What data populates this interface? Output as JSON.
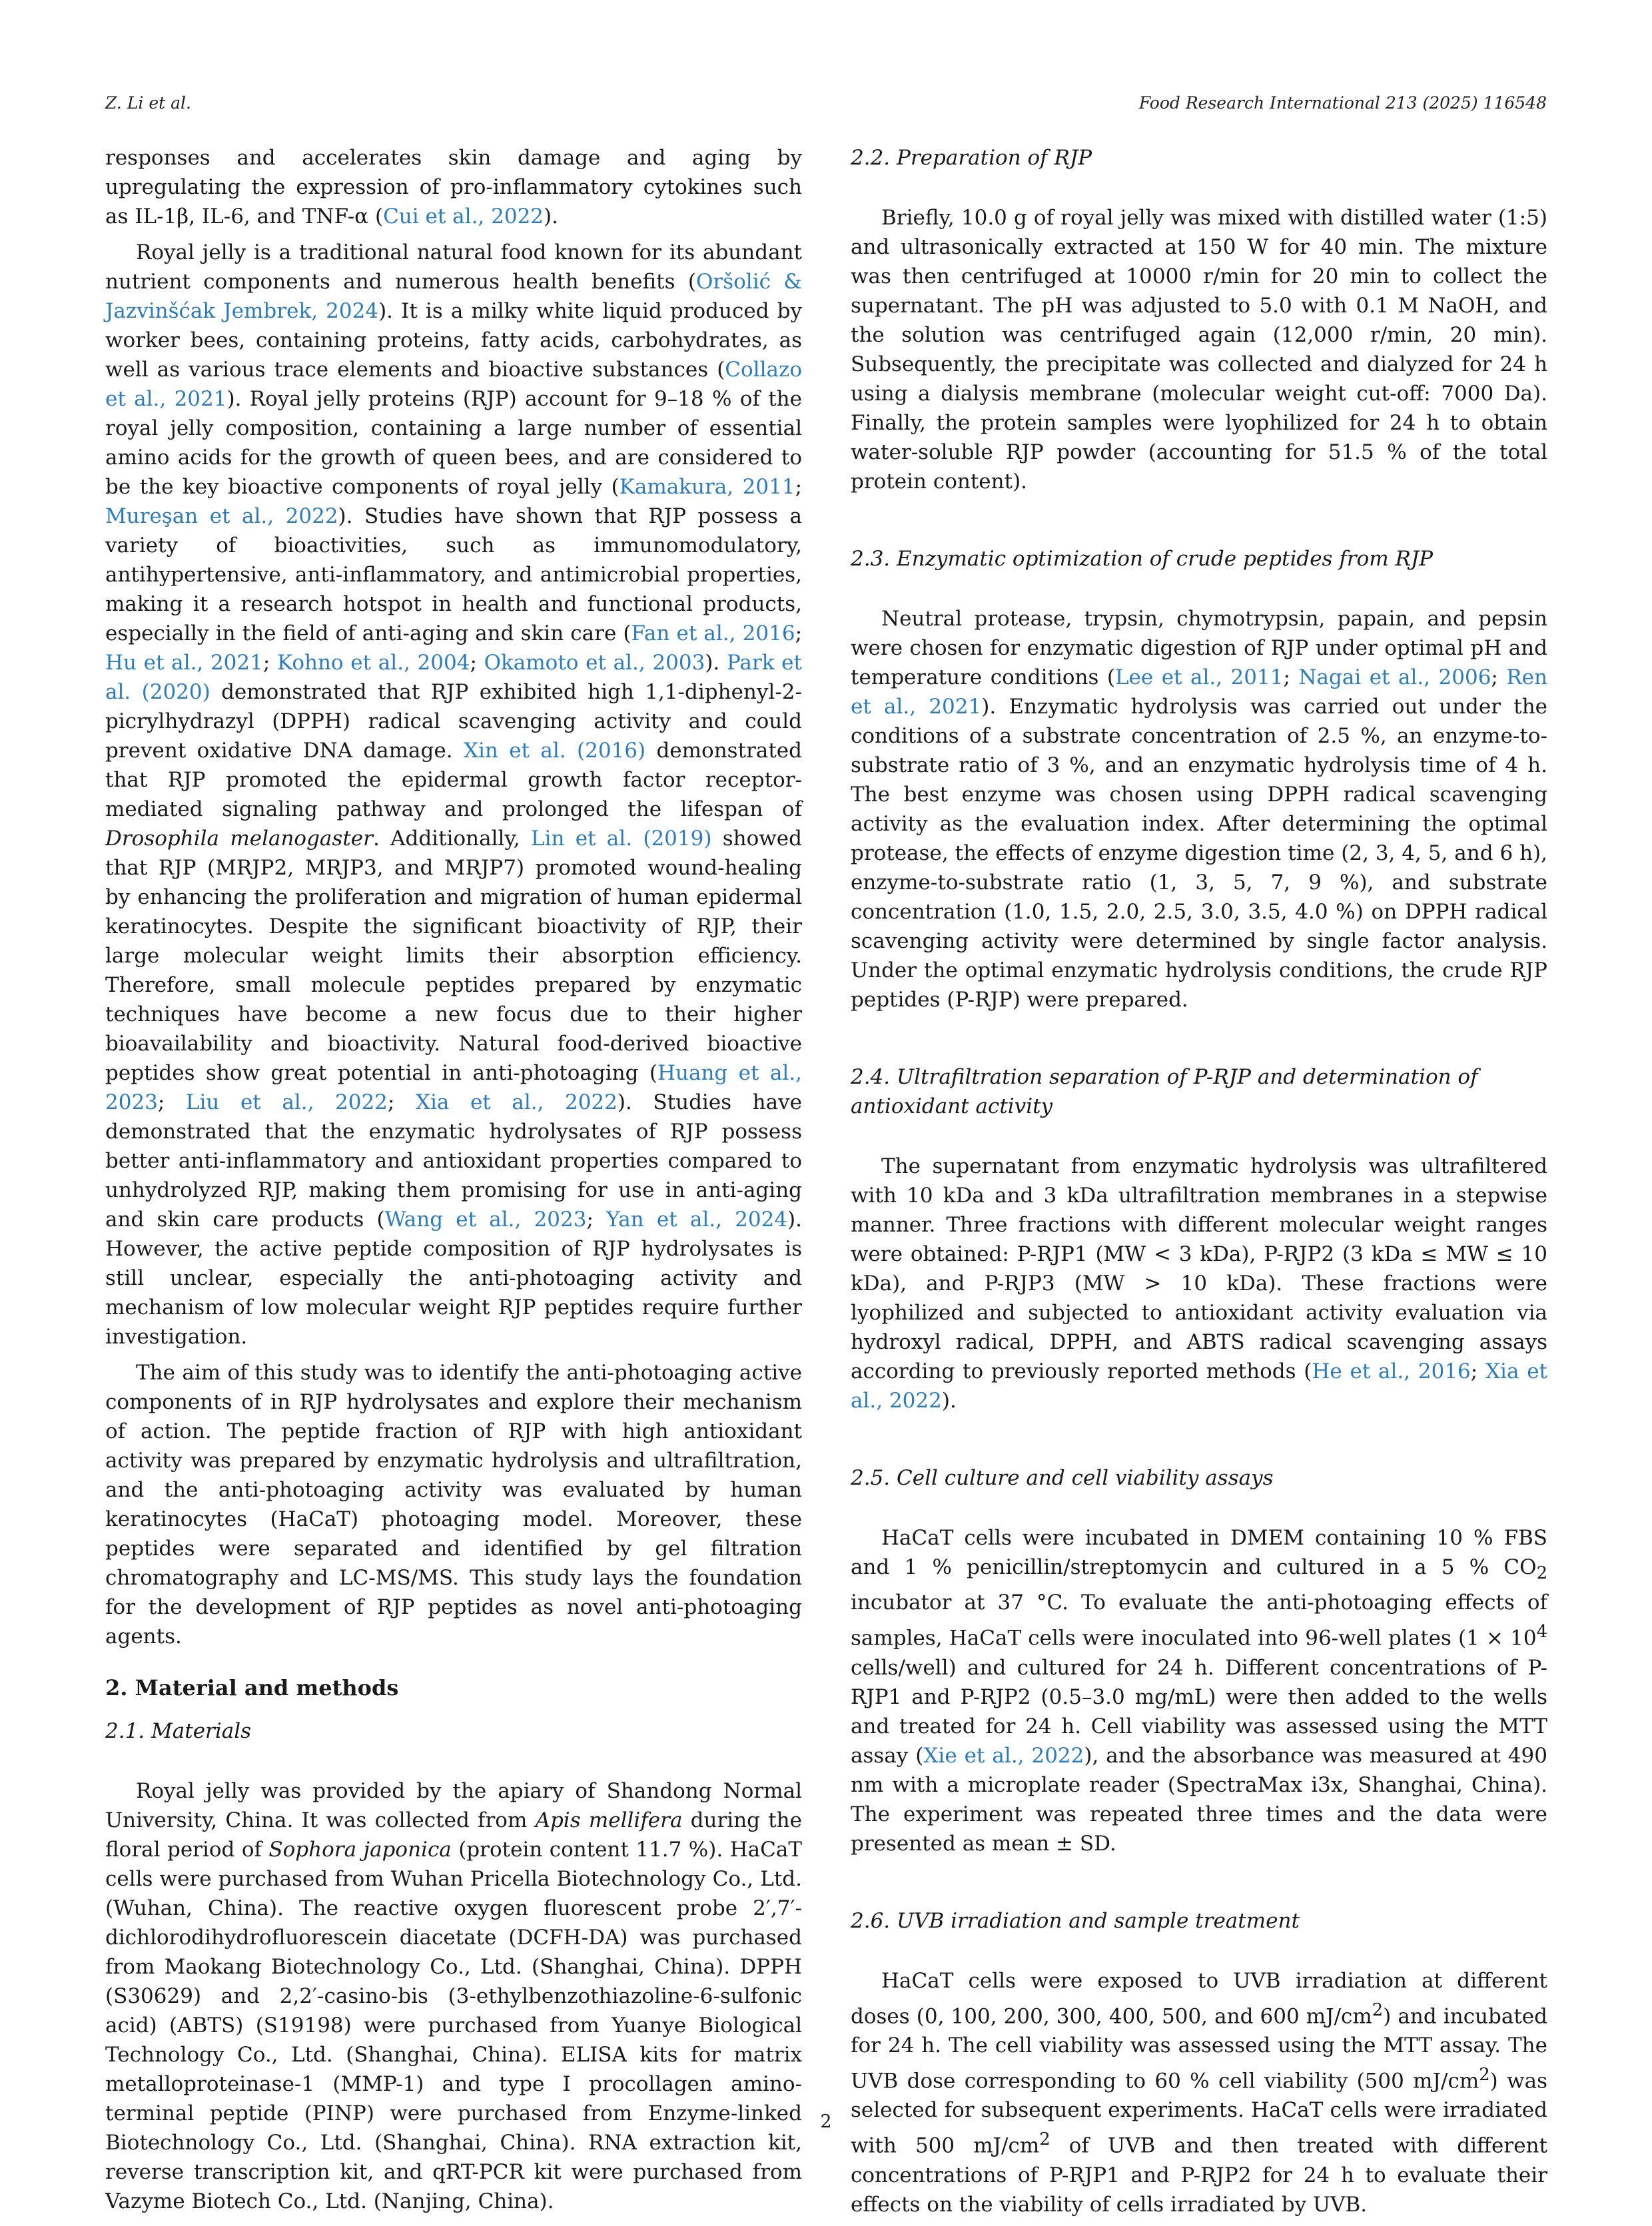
{
  "header": {
    "authors": "Z. Li et al.",
    "journal": "Food Research International 213 (2025) 116548"
  },
  "left": {
    "p0": [
      {
        "t": "responses and accelerates skin damage and aging by upregulating the expression of pro-inflammatory cytokines such as IL-1β, IL-6, and TNF-α ("
      },
      {
        "t": "Cui et al., 2022",
        "r": 1
      },
      {
        "t": ")."
      }
    ],
    "p1": [
      {
        "t": "Royal jelly is a traditional natural food known for its abundant nutrient components and numerous health benefits ("
      },
      {
        "t": "Oršolić & Jazvinšćak Jembrek, 2024",
        "r": 1
      },
      {
        "t": "). It is a milky white liquid produced by worker bees, containing proteins, fatty acids, carbohydrates, as well as various trace elements and bioactive substances ("
      },
      {
        "t": "Collazo et al., 2021",
        "r": 1
      },
      {
        "t": "). Royal jelly proteins (RJP) account for 9–18 % of the royal jelly composition, containing a large number of essential amino acids for the growth of queen bees, and are considered to be the key bioactive components of royal jelly ("
      },
      {
        "t": "Kamakura, 2011",
        "r": 1
      },
      {
        "t": "; "
      },
      {
        "t": "Mureşan et al., 2022",
        "r": 1
      },
      {
        "t": "). Studies have shown that RJP possess a variety of bioactivities, such as immunomodulatory, antihypertensive, anti-inflammatory, and antimicrobial properties, making it a research hotspot in health and functional products, especially in the field of anti-aging and skin care ("
      },
      {
        "t": "Fan et al., 2016",
        "r": 1
      },
      {
        "t": "; "
      },
      {
        "t": "Hu et al., 2021",
        "r": 1
      },
      {
        "t": "; "
      },
      {
        "t": "Kohno et al., 2004",
        "r": 1
      },
      {
        "t": "; "
      },
      {
        "t": "Okamoto et al., 2003",
        "r": 1
      },
      {
        "t": "). "
      },
      {
        "t": "Park et al. (2020)",
        "r": 1
      },
      {
        "t": " demonstrated that RJP exhibited high 1,1-diphenyl-2-picrylhydrazyl (DPPH) radical scavenging activity and could prevent oxidative DNA damage. "
      },
      {
        "t": "Xin et al. (2016)",
        "r": 1
      },
      {
        "t": " demonstrated that RJP promoted the epidermal growth factor receptor-mediated signaling pathway and prolonged the lifespan of "
      },
      {
        "t": "Drosophila melanogaster",
        "i": 1
      },
      {
        "t": ". Additionally, "
      },
      {
        "t": "Lin et al. (2019)",
        "r": 1
      },
      {
        "t": " showed that RJP (MRJP2, MRJP3, and MRJP7) promoted wound-healing by enhancing the proliferation and migration of human epidermal keratinocytes. Despite the significant bioactivity of RJP, their large molecular weight limits their absorption efficiency. Therefore, small molecule peptides prepared by enzymatic techniques have become a new focus due to their higher bioavailability and bioactivity. Natural food-derived bioactive peptides show great potential in anti-photoaging ("
      },
      {
        "t": "Huang et al., 2023",
        "r": 1
      },
      {
        "t": "; "
      },
      {
        "t": "Liu et al., 2022",
        "r": 1
      },
      {
        "t": "; "
      },
      {
        "t": "Xia et al., 2022",
        "r": 1
      },
      {
        "t": "). Studies have demonstrated that the enzymatic hydrolysates of RJP possess better anti-inflammatory and antioxidant properties compared to unhydrolyzed RJP, making them promising for use in anti-aging and skin care products ("
      },
      {
        "t": "Wang et al., 2023",
        "r": 1
      },
      {
        "t": "; "
      },
      {
        "t": "Yan et al., 2024",
        "r": 1
      },
      {
        "t": "). However, the active peptide composition of RJP hydrolysates is still unclear, especially the anti-photoaging activity and mechanism of low molecular weight RJP peptides require further investigation."
      }
    ],
    "p2": [
      {
        "t": "The aim of this study was to identify the anti-photoaging active components of in RJP hydrolysates and explore their mechanism of action. The peptide fraction of RJP with high antioxidant activity was prepared by enzymatic hydrolysis and ultrafiltration, and the anti-photoaging activity was evaluated by human keratinocytes (HaCaT) photoaging model. Moreover, these peptides were separated and identified by gel filtration chromatography and LC-MS/MS. This study lays the foundation for the development of RJP peptides as novel anti-photoaging agents."
      }
    ],
    "sec2": "2.  Material and methods",
    "sub21": "2.1.  Materials",
    "p3": [
      {
        "t": "Royal jelly was provided by the apiary of Shandong Normal University, China. It was collected from "
      },
      {
        "t": "Apis mellifera",
        "i": 1
      },
      {
        "t": " during the floral period of "
      },
      {
        "t": "Sophora japonica",
        "i": 1
      },
      {
        "t": " (protein content 11.7 %). HaCaT cells were purchased from Wuhan Pricella Biotechnology Co., Ltd. (Wuhan, China). The reactive oxygen fluorescent probe 2′,7′-dichlorodihydrofluorescein diacetate (DCFH-DA) was purchased from Maokang Biotechnology Co., Ltd. (Shanghai, China). DPPH (S30629) and 2,2′-casino-bis (3-ethylbenzothiazoline-6-sulfonic acid) (ABTS) (S19198) were purchased from Yuanye Biological Technology Co., Ltd. (Shanghai, China). ELISA kits for matrix metalloproteinase-1 (MMP-1) and type I procollagen amino-terminal peptide (PINP) were purchased from Enzyme-linked Biotechnology Co., Ltd. (Shanghai, China). RNA extraction kit, reverse transcription kit, and qRT-PCR kit were purchased from Vazyme Biotech Co., Ltd. (Nanjing, China)."
      }
    ]
  },
  "right": {
    "sub22": "2.2.  Preparation of RJP",
    "p4": [
      {
        "t": "Briefly, 10.0 g of royal jelly was mixed with distilled water (1:5) and ultrasonically extracted at 150 W for 40 min. The mixture was then centrifuged at 10000 r/min for 20 min to collect the supernatant. The pH was adjusted to 5.0 with 0.1 M NaOH, and the solution was centrifuged again (12,000 r/min, 20 min). Subsequently, the precipitate was collected and dialyzed for 24 h using a dialysis membrane (molecular weight cut-off: 7000 Da). Finally, the protein samples were lyophilized for 24 h to obtain water-soluble RJP powder (accounting for 51.5 % of the total protein content)."
      }
    ],
    "sub23": "2.3.  Enzymatic optimization of crude peptides from RJP",
    "p5": [
      {
        "t": "Neutral protease, trypsin, chymotrypsin, papain, and pepsin were chosen for enzymatic digestion of RJP under optimal pH and temperature conditions ("
      },
      {
        "t": "Lee et al., 2011",
        "r": 1
      },
      {
        "t": "; "
      },
      {
        "t": "Nagai et al., 2006",
        "r": 1
      },
      {
        "t": "; "
      },
      {
        "t": "Ren et al., 2021",
        "r": 1
      },
      {
        "t": "). Enzymatic hydrolysis was carried out under the conditions of a substrate concentration of 2.5 %, an enzyme-to-substrate ratio of 3 %, and an enzymatic hydrolysis time of 4 h. The best enzyme was chosen using DPPH radical scavenging activity as the evaluation index. After determining the optimal protease, the effects of enzyme digestion time (2, 3, 4, 5, and 6 h), enzyme-to-substrate ratio (1, 3, 5, 7, 9 %), and substrate concentration (1.0, 1.5, 2.0, 2.5, 3.0, 3.5, 4.0 %) on DPPH radical scavenging activity were determined by single factor analysis. Under the optimal enzymatic hydrolysis conditions, the crude RJP peptides (P-RJP) were prepared."
      }
    ],
    "sub24": "2.4.  Ultrafiltration separation of P-RJP and determination of antioxidant activity",
    "p6": [
      {
        "t": "The supernatant from enzymatic hydrolysis was ultrafiltered with 10 kDa and 3 kDa ultrafiltration membranes in a stepwise manner. Three fractions with different molecular weight ranges were obtained: P-RJP1 (MW < 3 kDa), P-RJP2 (3 kDa ≤ MW ≤ 10 kDa), and P-RJP3 (MW > 10 kDa). These fractions were lyophilized and subjected to antioxidant activity evaluation via hydroxyl radical, DPPH, and ABTS radical scavenging assays according to previously reported methods ("
      },
      {
        "t": "He et al., 2016",
        "r": 1
      },
      {
        "t": "; "
      },
      {
        "t": "Xia et al., 2022",
        "r": 1
      },
      {
        "t": ")."
      }
    ],
    "sub25": "2.5.  Cell culture and cell viability assays",
    "p7": [
      {
        "t": "HaCaT cells were incubated in DMEM containing 10 % FBS and 1 % penicillin/streptomycin and cultured in a 5 % CO"
      },
      {
        "t": "2",
        "sub": 1
      },
      {
        "t": " incubator at 37 °C. To evaluate the anti-photoaging effects of samples, HaCaT cells were inoculated into 96-well plates (1 × 10"
      },
      {
        "t": "4",
        "sup": 1
      },
      {
        "t": " cells/well) and cultured for 24 h. Different concentrations of P-RJP1 and P-RJP2 (0.5–3.0 mg/mL) were then added to the wells and treated for 24 h. Cell viability was assessed using the MTT assay ("
      },
      {
        "t": "Xie et al., 2022",
        "r": 1
      },
      {
        "t": "), and the absorbance was measured at 490 nm with a microplate reader (SpectraMax i3x, Shanghai, China). The experiment was repeated three times and the data were presented as mean ± SD."
      }
    ],
    "sub26": "2.6.  UVB irradiation and sample treatment",
    "p8": [
      {
        "t": "HaCaT cells were exposed to UVB irradiation at different doses (0, 100, 200, 300, 400, 500, and 600 mJ/cm"
      },
      {
        "t": "2",
        "sup": 1
      },
      {
        "t": ") and incubated for 24 h. The cell viability was assessed using the MTT assay. The UVB dose corresponding to 60 % cell viability (500 mJ/cm"
      },
      {
        "t": "2",
        "sup": 1
      },
      {
        "t": ") was selected for subsequent experiments. HaCaT cells were irradiated with 500 mJ/cm"
      },
      {
        "t": "2",
        "sup": 1
      },
      {
        "t": " of UVB and then treated with different concentrations of P-RJP1 and P-RJP2 for 24 h to evaluate their effects on the viability of cells irradiated by UVB."
      }
    ]
  },
  "page_number": "2"
}
